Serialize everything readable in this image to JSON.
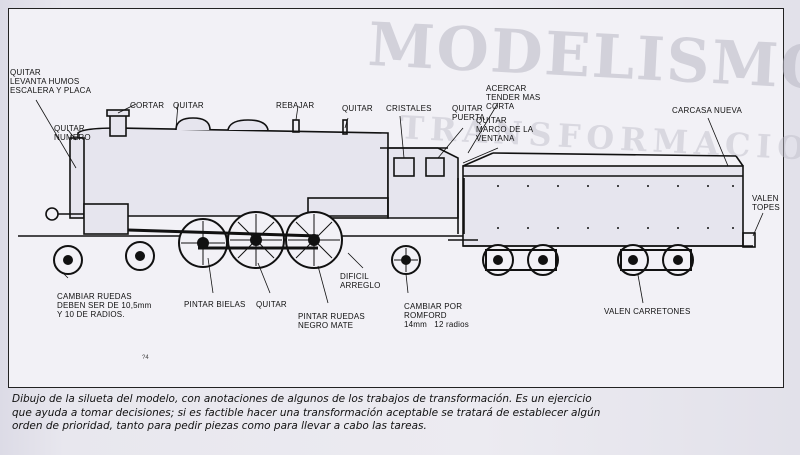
{
  "watermark": {
    "title": "MODELISMO",
    "subtitle": "TRANSFORMACION"
  },
  "labels": {
    "quitar_levanta": "QUITAR\nLEVANTA HUMOS\nESCALERA Y PLACA",
    "quitar_numero": "QUITAR\nNUMERO",
    "cortar": "CORTAR",
    "quitar_1": "QUITAR",
    "rebajar": "REBAJAR",
    "quitar_2": "QUITAR",
    "cristales": "CRISTALES",
    "quitar_puerta": "QUITAR\nPUERTA",
    "acercar_tender": "ACERCAR\nTENDER MAS\nCORTA",
    "quitar_marco": "QUITAR\nMARCO DE LA\nVENTANA",
    "carcasa_nueva": "CARCASA NUEVA",
    "valen_topes": "VALEN\nTOPES",
    "cambiar_ruedas": "CAMBIAR RUEDAS\nDEBEN SER DE 10,5mm\nY 10 DE RADIOS.",
    "pintar_bielas": "PINTAR BIELAS",
    "quitar_3": "QUITAR",
    "pintar_ruedas": "PINTAR RUEDAS\nNEGRO MATE",
    "dificil_arreglo": "DIFICIL\nARREGLO",
    "cambiar_por": "CAMBIAR POR\nROMFORD\n14mm   12 radios",
    "valen_carretones": "VALEN CARRETONES"
  },
  "pencil_note": "?4",
  "caption": "Dibujo de la silueta del modelo, con anotaciones de algunos de los trabajos de transformación. Es un ejercicio que ayuda a tomar decisiones; si es factible hacer una transformación aceptable se tratará de establecer algún orden de prioridad, tanto para pedir piezas como para llevar a cabo las tareas."
}
